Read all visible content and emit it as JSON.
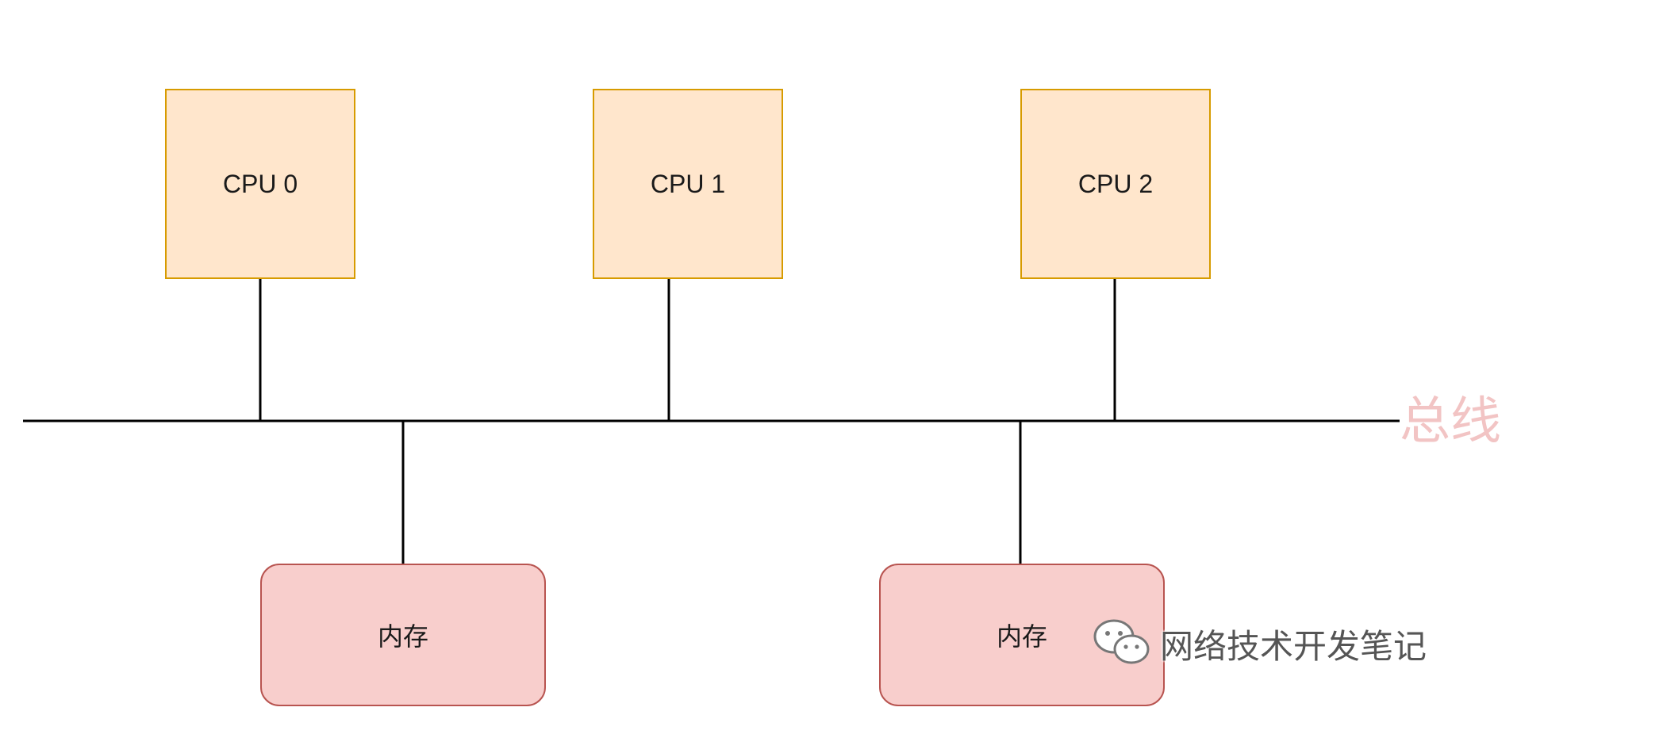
{
  "cpus": [
    {
      "label": "CPU 0"
    },
    {
      "label": "CPU 1"
    },
    {
      "label": "CPU 2"
    }
  ],
  "memories": [
    {
      "label": "内存"
    },
    {
      "label": "内存"
    }
  ],
  "bus": {
    "label": "总线"
  },
  "watermark": {
    "text": "网络技术开发笔记",
    "icon": "wechat-icon"
  },
  "colors": {
    "cpu_fill": "#ffe6cc",
    "cpu_border": "#d79b00",
    "memory_fill": "#f8cecc",
    "memory_border": "#b85450",
    "bus_label": "#f2c4c4",
    "line": "#000000"
  }
}
